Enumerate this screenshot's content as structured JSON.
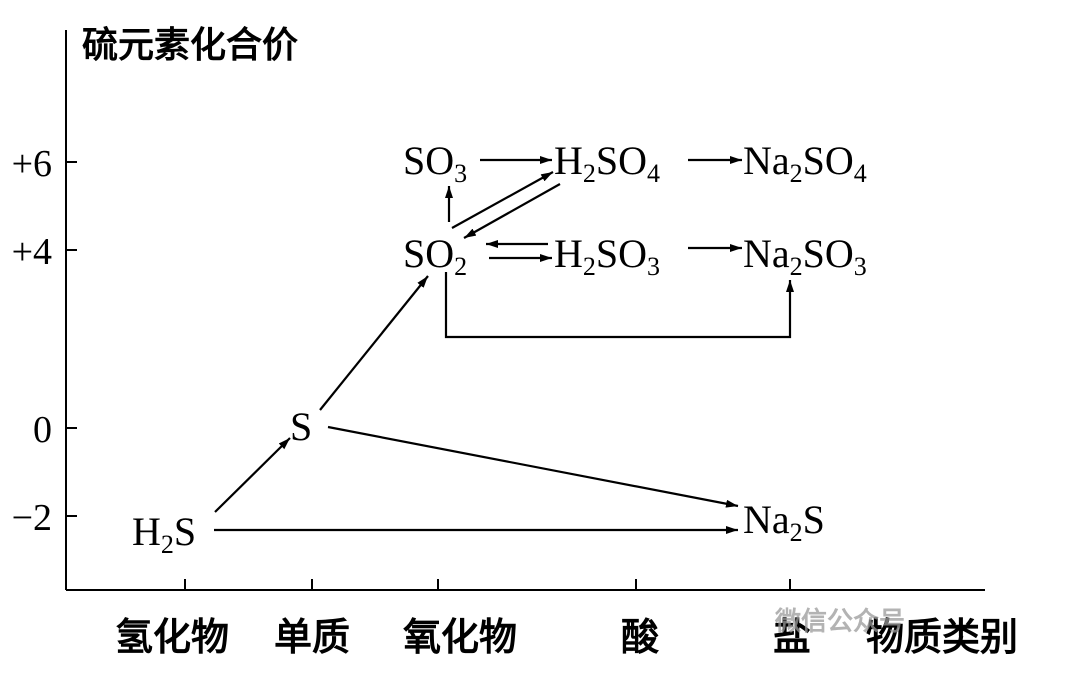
{
  "axis": {
    "y_title": "硫元素化合价",
    "x_title": "物质类别",
    "y_ticks": [
      "+6",
      "+4",
      "0",
      "−2"
    ],
    "x_ticks": [
      "氢化物",
      "单质",
      "氧化物",
      "酸",
      "盐"
    ]
  },
  "species": {
    "h2s": {
      "a": "H",
      "sub1": "2",
      "b": "S"
    },
    "s": {
      "a": "S"
    },
    "so2": {
      "a": "SO",
      "sub1": "2"
    },
    "so3": {
      "a": "SO",
      "sub1": "3"
    },
    "h2so3": {
      "a": "H",
      "sub1": "2",
      "b": "SO",
      "sub2": "3"
    },
    "h2so4": {
      "a": "H",
      "sub1": "2",
      "b": "SO",
      "sub2": "4"
    },
    "na2so3": {
      "a": "Na",
      "sub1": "2",
      "b": "SO",
      "sub2": "3"
    },
    "na2so4": {
      "a": "Na",
      "sub1": "2",
      "b": "SO",
      "sub2": "4"
    },
    "na2s": {
      "a": "Na",
      "sub1": "2",
      "b": "S"
    }
  },
  "watermark": "微信公众号"
}
